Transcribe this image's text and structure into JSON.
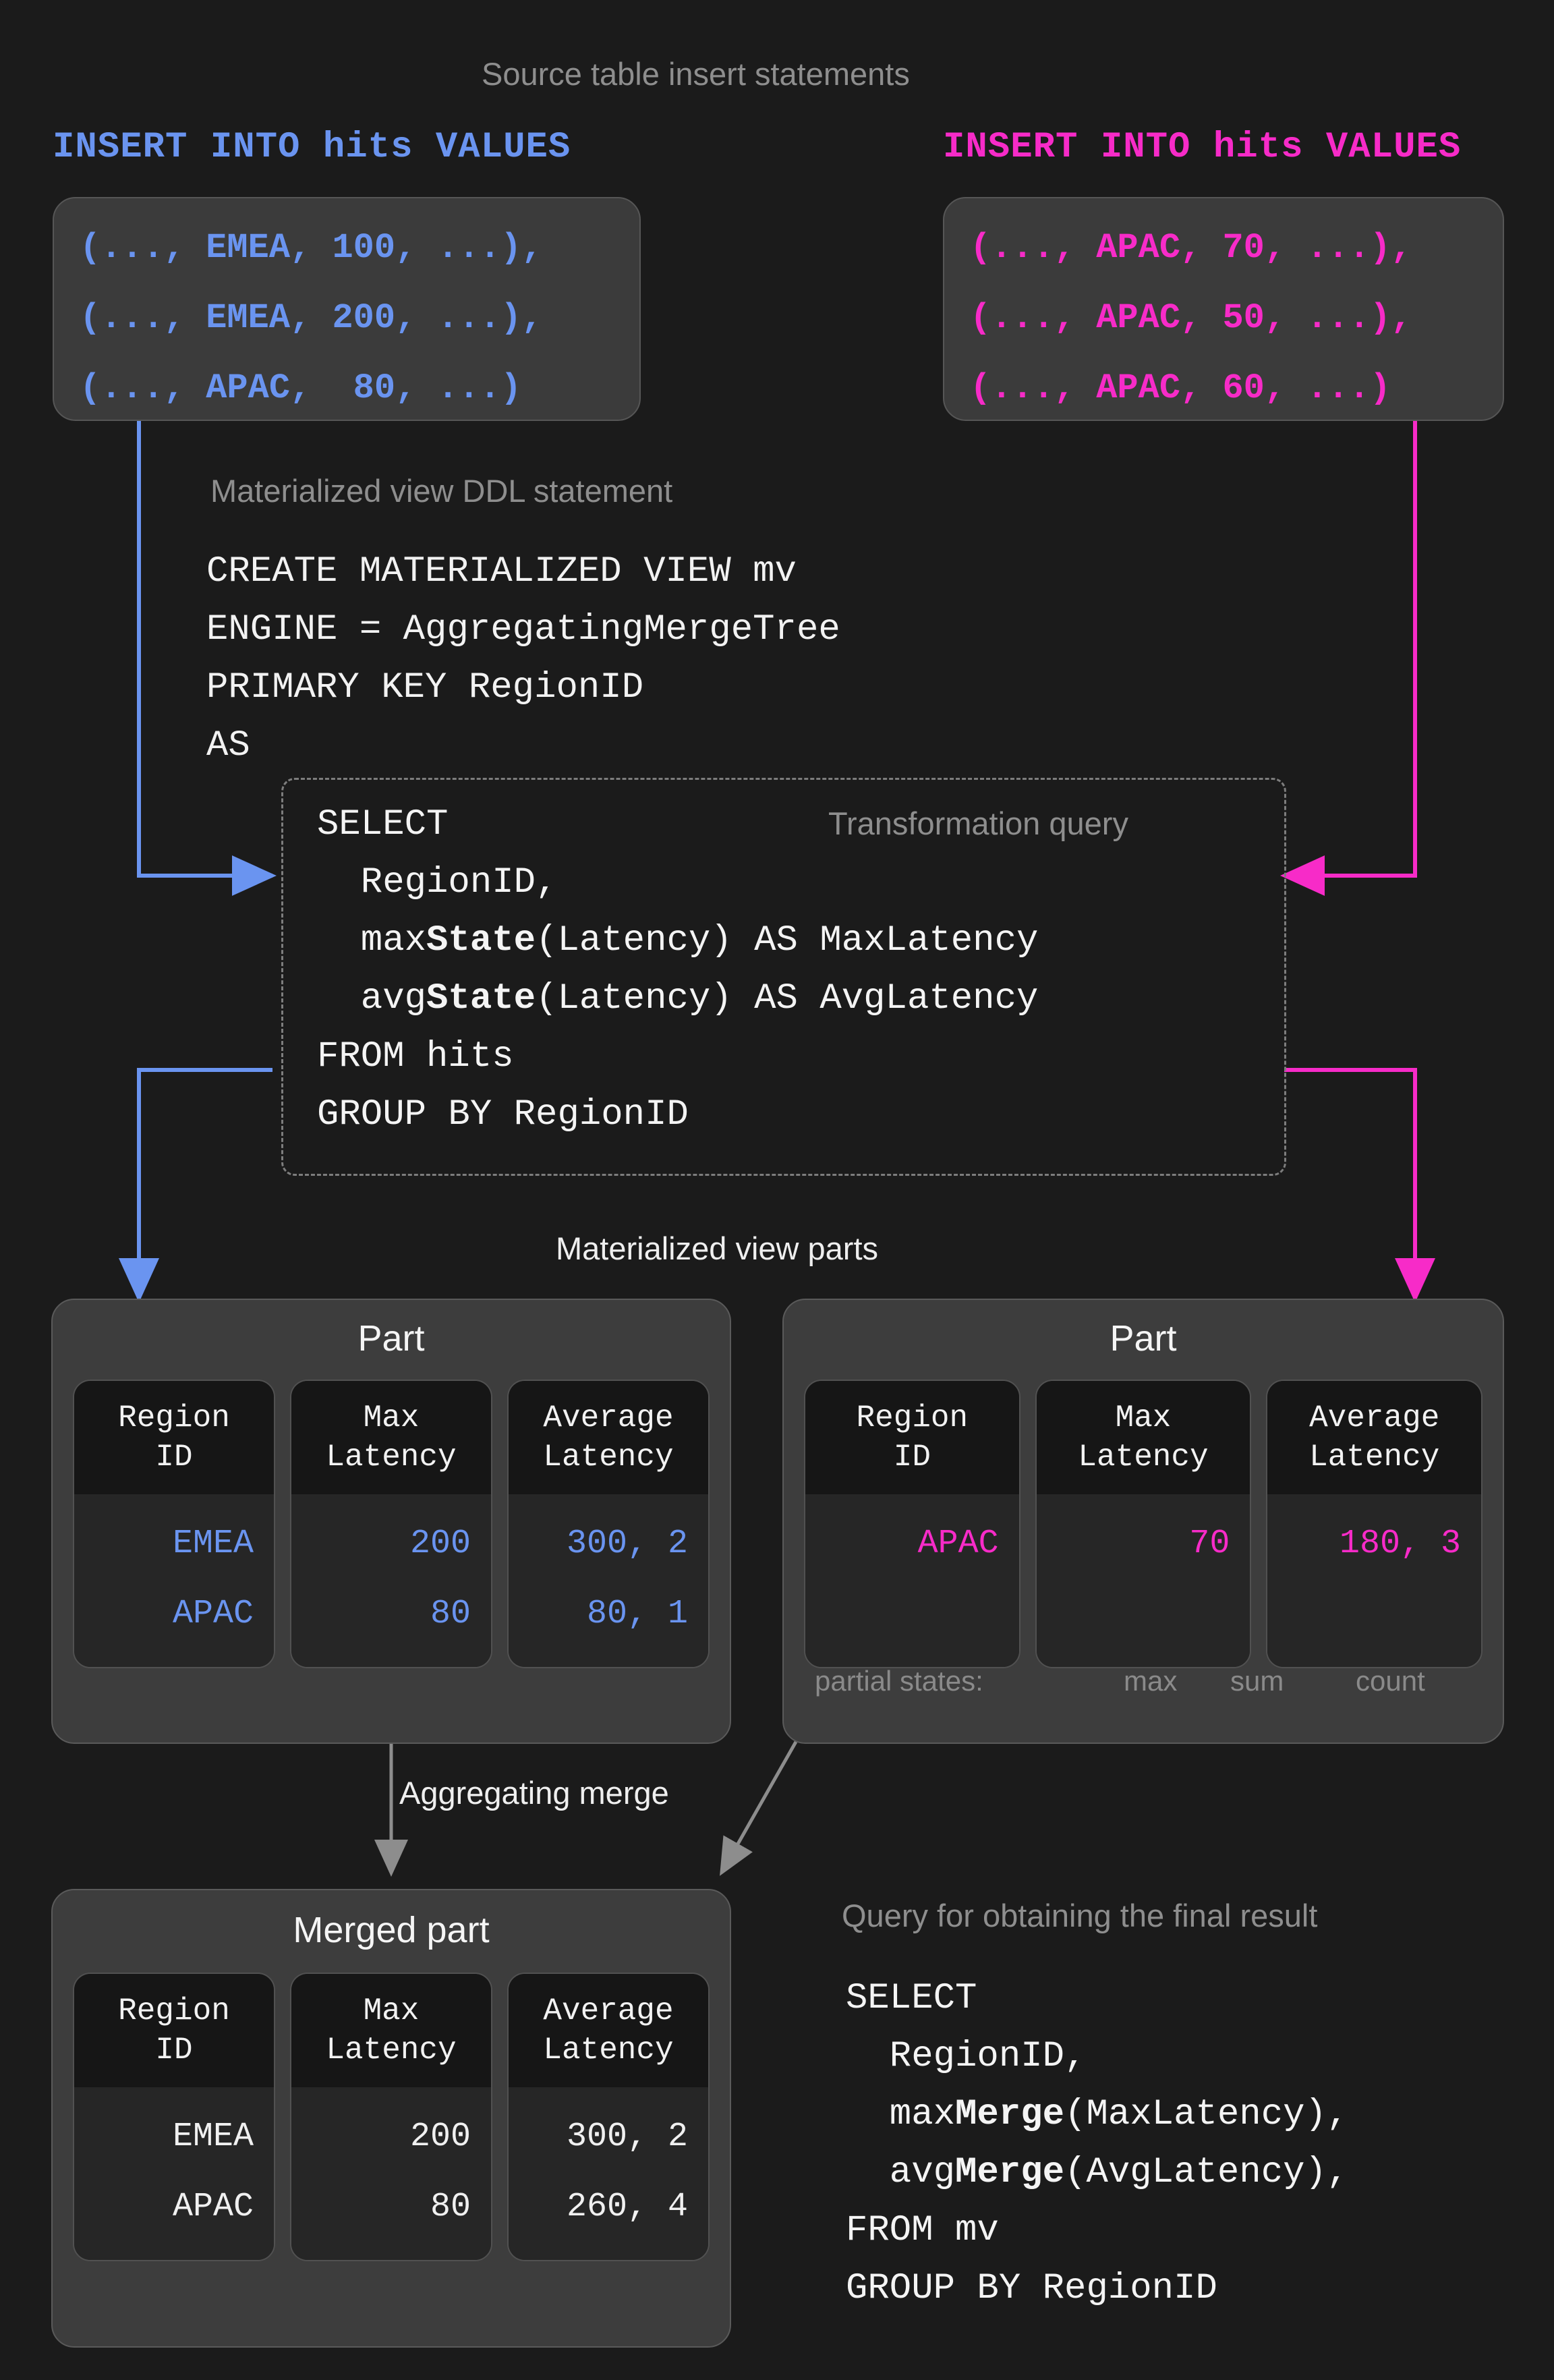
{
  "diagram": {
    "background": "#1b1b1b",
    "accent_blue": "#6a94f0",
    "accent_magenta": "#f72bc8",
    "title": "Source table insert statements"
  },
  "source_inserts": {
    "caption": "Source table insert statements",
    "left": {
      "header": "INSERT INTO hits VALUES",
      "color": "#6a94f0",
      "rows": [
        "(..., EMEA, 100, ...),",
        "(..., EMEA, 200, ...),",
        "(..., APAC,  80, ...)"
      ]
    },
    "right": {
      "header": "INSERT INTO hits VALUES",
      "color": "#f72bc8",
      "rows": [
        "(..., APAC, 70, ...),",
        "(..., APAC, 50, ...),",
        "(..., APAC, 60, ...)"
      ]
    }
  },
  "ddl": {
    "caption": "Materialized view DDL statement",
    "lines": [
      "CREATE MATERIALIZED VIEW mv",
      "ENGINE = AggregatingMergeTree",
      "PRIMARY KEY RegionID",
      "AS"
    ]
  },
  "transformation_query": {
    "caption": "Transformation query",
    "line_select": "SELECT",
    "line_region": "  RegionID,",
    "line_max_prefix": "  max",
    "line_max_bold": "State",
    "line_max_suffix": "(Latency) AS MaxLatency",
    "line_avg_prefix": "  avg",
    "line_avg_bold": "State",
    "line_avg_suffix": "(Latency) AS AvgLatency",
    "line_from": "FROM hits",
    "line_group": "GROUP BY RegionID"
  },
  "mv_parts": {
    "caption": "Materialized view parts",
    "columns": [
      "Region\nID",
      "Max\nLatency",
      "Average\nLatency"
    ],
    "left_part": {
      "title": "Part",
      "color": "#6a94f0",
      "rows": [
        [
          "EMEA",
          "200",
          "300, 2"
        ],
        [
          "APAC",
          "80",
          "80, 1"
        ]
      ]
    },
    "right_part": {
      "title": "Part",
      "color": "#f72bc8",
      "rows": [
        [
          "APAC",
          "70",
          "180, 3"
        ]
      ],
      "partial_states_label": "partial states:",
      "partial_states": [
        "max",
        "sum",
        "count"
      ]
    }
  },
  "merge": {
    "label": "Aggregating merge"
  },
  "merged_part": {
    "title": "Merged part",
    "columns": [
      "Region\nID",
      "Max\nLatency",
      "Average\nLatency"
    ],
    "rows": [
      [
        "EMEA",
        "200",
        "300, 2"
      ],
      [
        "APAC",
        "80",
        "260, 4"
      ]
    ]
  },
  "final_query": {
    "caption": "Query for obtaining the final result",
    "line_select": "SELECT",
    "line_region": "  RegionID,",
    "line_max_prefix": "  max",
    "line_max_bold": "Merge",
    "line_max_suffix": "(MaxLatency),",
    "line_avg_prefix": "  avg",
    "line_avg_bold": "Merge",
    "line_avg_suffix": "(AvgLatency),",
    "line_from": "FROM mv",
    "line_group": "GROUP BY RegionID"
  }
}
